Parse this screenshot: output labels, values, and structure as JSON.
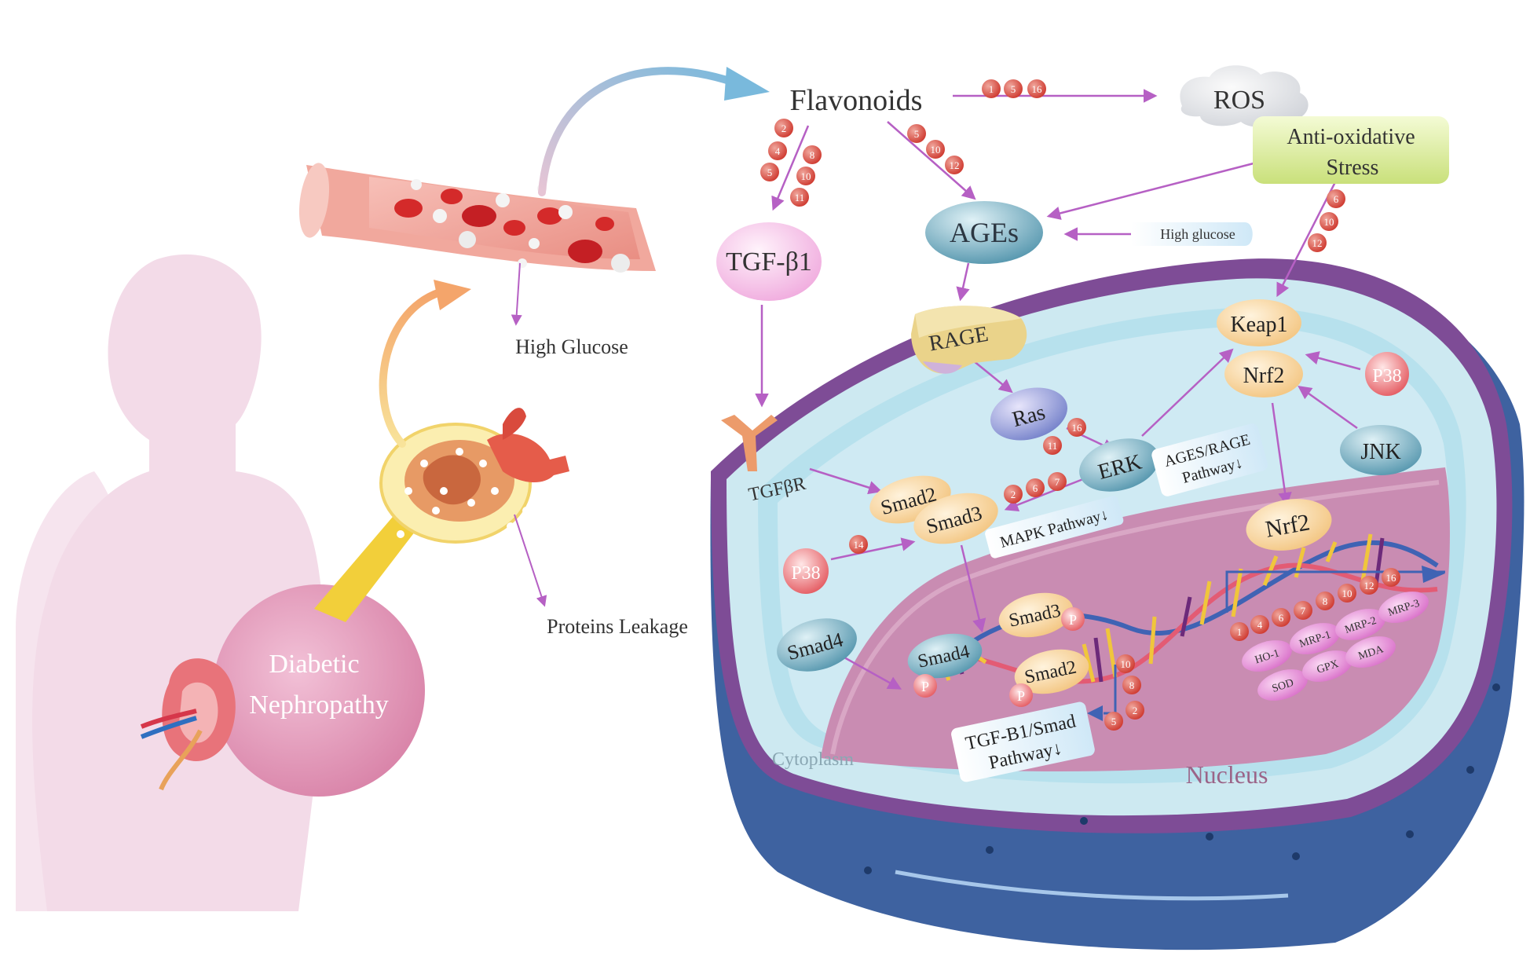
{
  "labels": {
    "flavonoids": "Flavonoids",
    "ros": "ROS",
    "anti_oxidative": [
      "Anti-oxidative",
      "Stress"
    ],
    "ages": "AGEs",
    "high_glucose_small": "High glucose",
    "tgf_b1": "TGF-β1",
    "high_glucose": "High Glucose",
    "proteins_leakage": "Proteins Leakage",
    "diabetic_nephropathy": [
      "Diabetic",
      "Nephropathy"
    ],
    "rage": "RAGE",
    "ras": "Ras",
    "erk": "ERK",
    "ages_rage_pathway": [
      "AGES/RAGE",
      "Pathway↓"
    ],
    "mapk_pathway": "MAPK Pathway↓",
    "tgfbr": "TGFβR",
    "smad2": "Smad2",
    "smad3": "Smad3",
    "smad4": "Smad4",
    "p38": "P38",
    "jnk": "JNK",
    "keap1": "Keap1",
    "nrf2": "Nrf2",
    "nrf2_nucleus": "Nrf2",
    "smad3_nucleus": "Smad3",
    "smad4_nucleus": "Smad4",
    "smad2_nucleus": "Smad2",
    "phospho": "P",
    "tgf_smad_pathway": [
      "TGF-B1/Smad",
      "Pathway↓"
    ],
    "cytoplasm": "Cytoplasm",
    "nucleus": "Nucleus",
    "markers": [
      "HO-1",
      "MRP-1",
      "MRP-2",
      "MRP-3",
      "SOD",
      "GPX",
      "MDA"
    ]
  },
  "badges": {
    "flavonoids_ros": [
      "1",
      "5",
      "16"
    ],
    "flavonoids_tgf": [
      "2",
      "4",
      "8",
      "5",
      "10",
      "11"
    ],
    "flavonoids_ages": [
      "5",
      "10",
      "12"
    ],
    "anti_oxidative_keap1": [
      "6",
      "10",
      "12"
    ],
    "ras_erk": [
      "16",
      "11"
    ],
    "erk_smad": [
      "2",
      "6",
      "7"
    ],
    "p38_smad": [
      "14"
    ],
    "nrf2_genes": [
      "1",
      "4",
      "6",
      "7",
      "8",
      "10",
      "12",
      "16"
    ],
    "smad_pathway": [
      "10",
      "8",
      "2",
      "5"
    ]
  },
  "colors": {
    "arrow": "#b660c4",
    "badge": "#d9443a",
    "cell_outer": "#3e62a0",
    "cytoplasm": "#cde9f1",
    "nucleus": "#c98cb2",
    "silhouette": "#f3dbe8"
  }
}
